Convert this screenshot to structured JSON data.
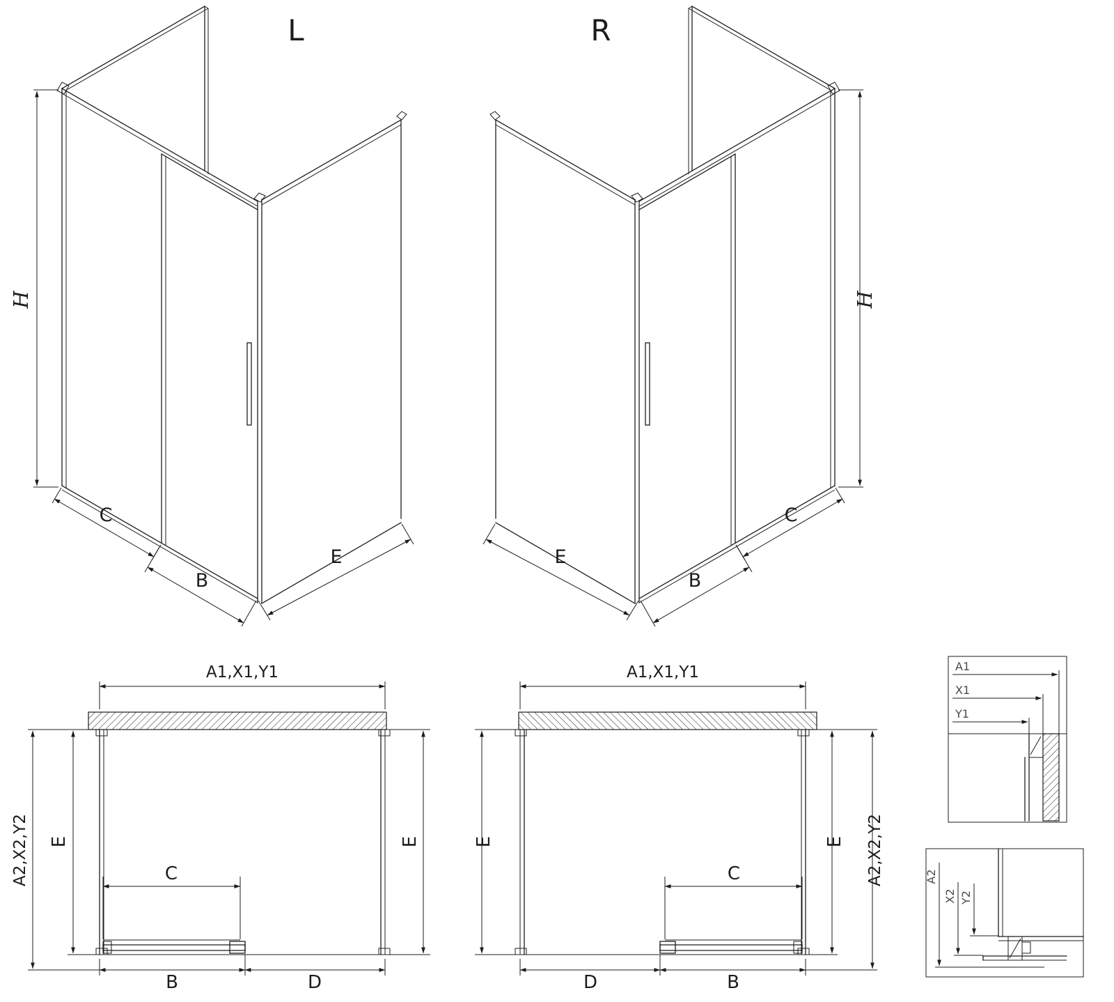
{
  "colors": {
    "line": "#1c1c1c",
    "background": "#ffffff",
    "detail_label": "#4a4a4a"
  },
  "iso_left": {
    "title": "L",
    "dim_height": "H",
    "dim_c": "C",
    "dim_b": "B",
    "dim_e": "E"
  },
  "iso_right": {
    "title": "R",
    "dim_height": "H",
    "dim_c": "C",
    "dim_b": "B",
    "dim_e": "E"
  },
  "plan_left": {
    "dim_top": "A1,X1,Y1",
    "dim_side": "A2,X2,Y2",
    "dim_e_left": "E",
    "dim_e_right": "E",
    "dim_c": "C",
    "dim_b": "B",
    "dim_d": "D"
  },
  "plan_right": {
    "dim_top": "A1,X1,Y1",
    "dim_side": "A2,X2,Y2",
    "dim_e_left": "E",
    "dim_e_right": "E",
    "dim_c": "C",
    "dim_b": "B",
    "dim_d": "D"
  },
  "detail_top": {
    "dim_a1": "A1",
    "dim_x1": "X1",
    "dim_y1": "Y1"
  },
  "detail_bottom": {
    "dim_a2": "A2",
    "dim_x2": "X2",
    "dim_y2": "Y2"
  }
}
